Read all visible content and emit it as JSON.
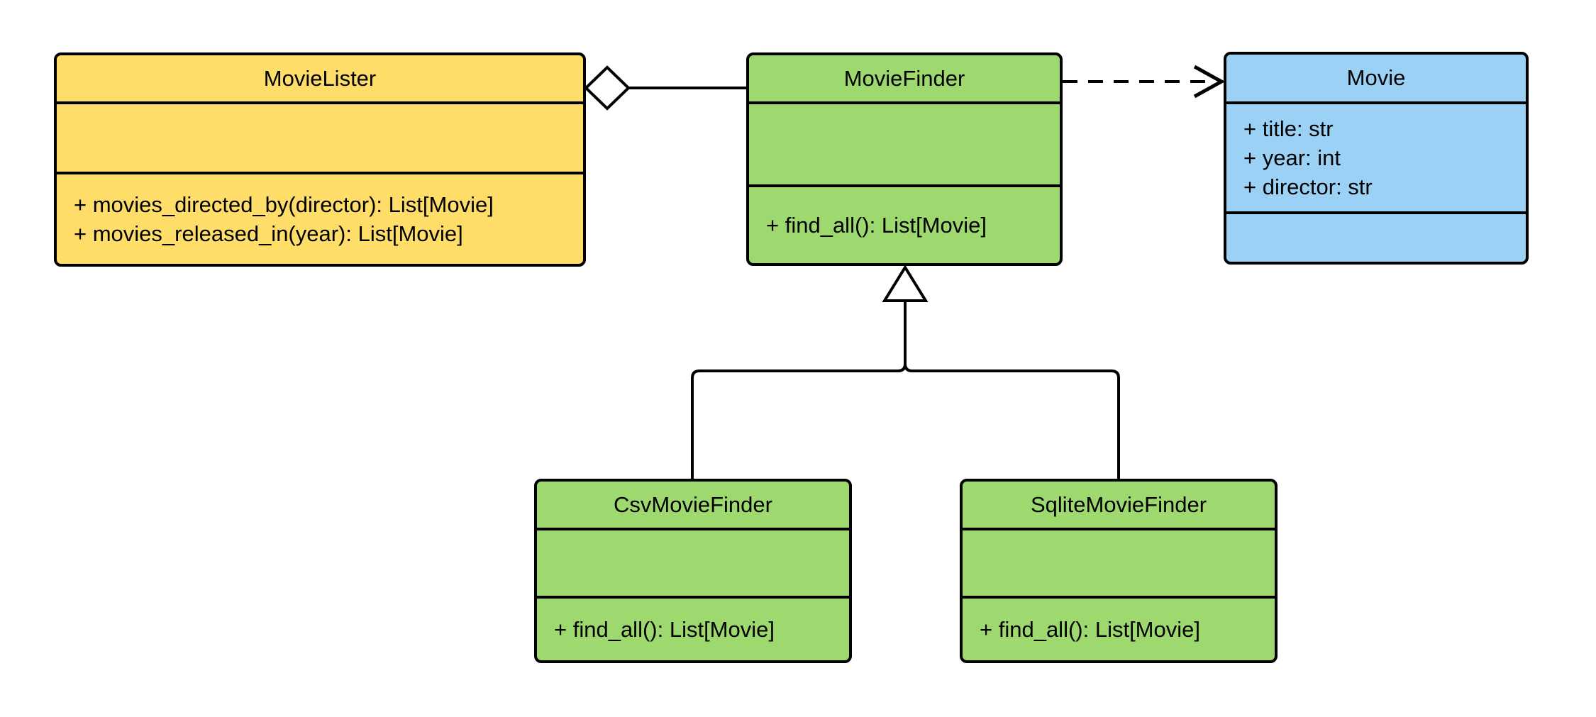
{
  "diagram": {
    "type": "uml-class-diagram",
    "background": "#FFFFFF",
    "colors": {
      "lister_fill": "#FFDD69",
      "finder_fill": "#9ED96F",
      "movie_fill": "#9AD1F5",
      "stroke": "#000000",
      "text": "#000000"
    },
    "classes": {
      "movie_lister": {
        "name": "MovieLister",
        "attributes": [],
        "methods": [
          "+ movies_directed_by(director): List[Movie]",
          "+ movies_released_in(year): List[Movie]"
        ]
      },
      "movie_finder": {
        "name": "MovieFinder",
        "attributes": [],
        "methods": [
          "+ find_all(): List[Movie]"
        ]
      },
      "movie": {
        "name": "Movie",
        "attributes": [
          "+ title: str",
          "+ year: int",
          "+ director: str"
        ],
        "methods": []
      },
      "csv_movie_finder": {
        "name": "CsvMovieFinder",
        "attributes": [],
        "methods": [
          "+ find_all(): List[Movie]"
        ]
      },
      "sqlite_movie_finder": {
        "name": "SqliteMovieFinder",
        "attributes": [],
        "methods": [
          "+ find_all(): List[Movie]"
        ]
      }
    },
    "relationships": [
      {
        "type": "aggregation",
        "from": "MovieLister",
        "to": "MovieFinder",
        "marker": "hollow-diamond",
        "line": "solid"
      },
      {
        "type": "dependency",
        "from": "MovieFinder",
        "to": "Movie",
        "marker": "open-arrow",
        "line": "dashed"
      },
      {
        "type": "generalization",
        "from": "CsvMovieFinder",
        "to": "MovieFinder",
        "marker": "hollow-triangle",
        "line": "solid"
      },
      {
        "type": "generalization",
        "from": "SqliteMovieFinder",
        "to": "MovieFinder",
        "marker": "hollow-triangle",
        "line": "solid"
      }
    ]
  }
}
